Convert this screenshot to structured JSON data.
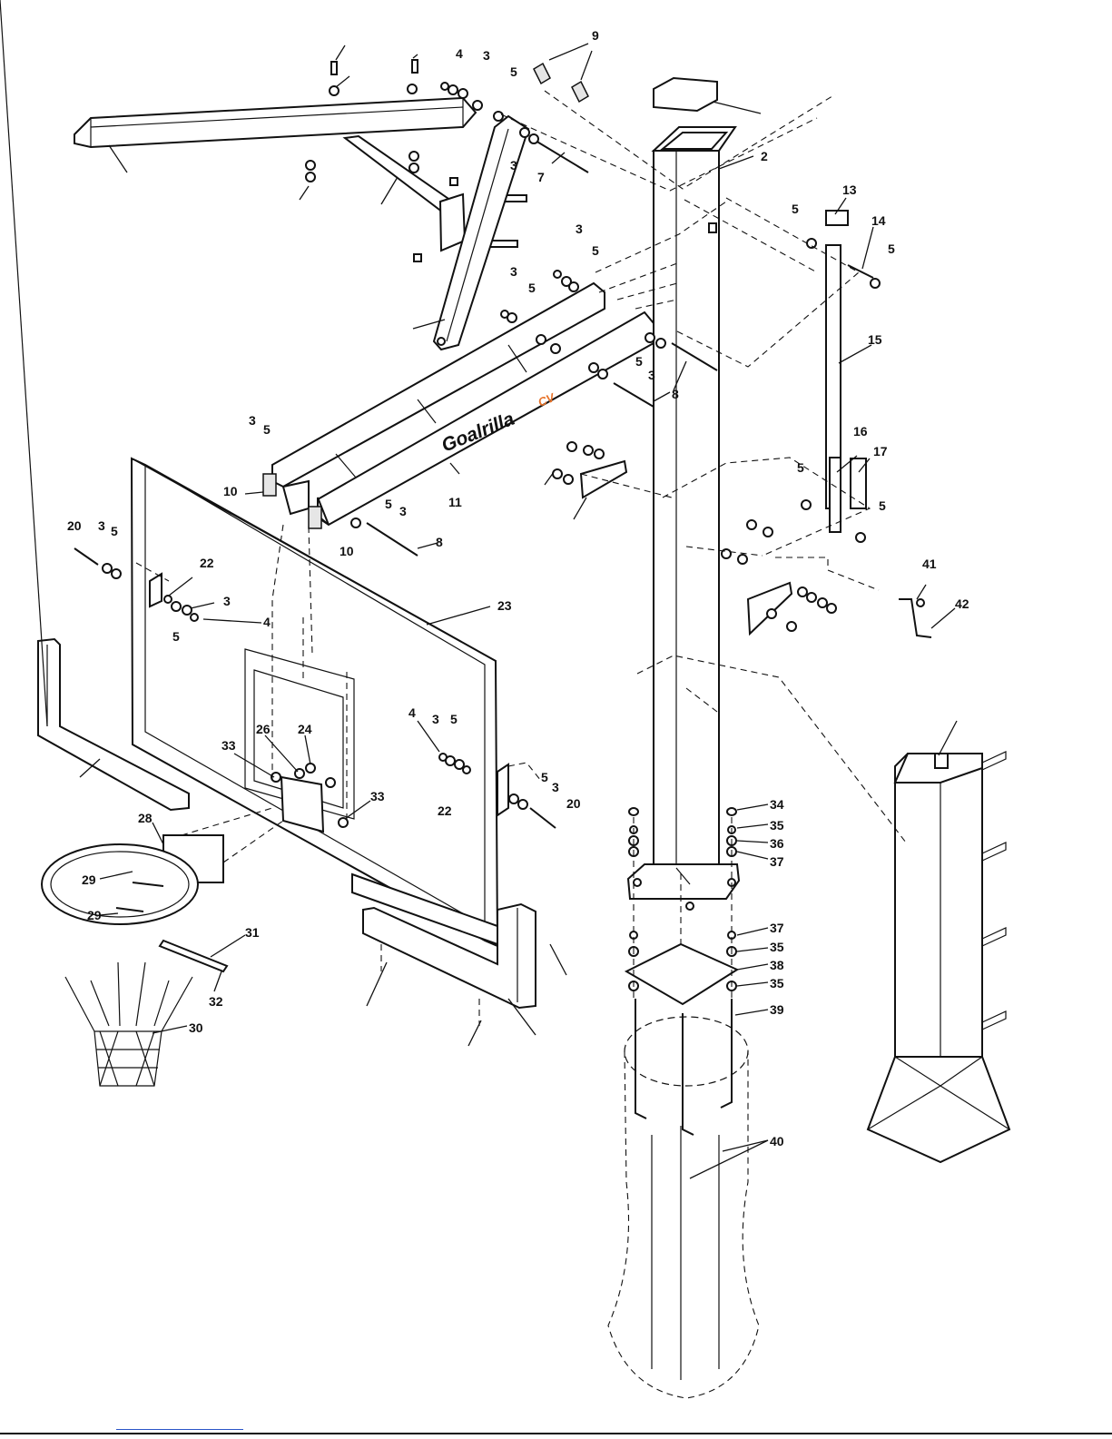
{
  "diagram": {
    "brand": {
      "name": "Goalrilla",
      "suffix": "CV"
    },
    "labels": {
      "l2": "2",
      "l3": "3",
      "l4": "4",
      "l5": "5",
      "l7": "7",
      "l8": "8",
      "l9": "9",
      "l10": "10",
      "l11": "11",
      "l13": "13",
      "l14": "14",
      "l15": "15",
      "l16": "16",
      "l17": "17",
      "l20": "20",
      "l22": "22",
      "l23": "23",
      "l24": "24",
      "l26": "26",
      "l28": "28",
      "l29": "29",
      "l30": "30",
      "l31": "31",
      "l32": "32",
      "l33": "33",
      "l34": "34",
      "l35": "35",
      "l36": "36",
      "l37": "37",
      "l38": "38",
      "l39": "39",
      "l40": "40",
      "l41": "41",
      "l42": "42"
    }
  }
}
